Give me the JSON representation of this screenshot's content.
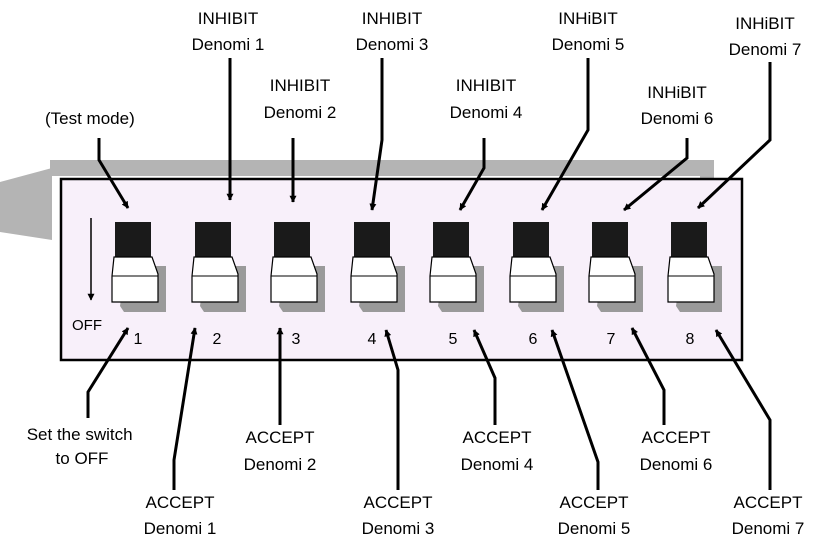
{
  "diagram": {
    "test_mode_label": "(Test mode)",
    "off_label": "OFF",
    "set_off_label": [
      "Set the switch",
      "to OFF"
    ],
    "switch_numbers": [
      "1",
      "2",
      "3",
      "4",
      "5",
      "6",
      "7",
      "8"
    ],
    "inhibit_labels": [
      [
        "INHIBIT",
        "Denomi 1"
      ],
      [
        "INHIBIT",
        "Denomi 2"
      ],
      [
        "INHIBIT",
        "Denomi 3"
      ],
      [
        "INHIBIT",
        "Denomi 4"
      ],
      [
        "INHiBIT",
        "Denomi 5"
      ],
      [
        "INHiBIT",
        "Denomi 6"
      ],
      [
        "INHiBIT",
        "Denomi 7"
      ]
    ],
    "accept_labels": [
      [
        "ACCEPT",
        "Denomi 1"
      ],
      [
        "ACCEPT",
        "Denomi 2"
      ],
      [
        "ACCEPT",
        "Denomi 3"
      ],
      [
        "ACCEPT",
        "Denomi 4"
      ],
      [
        "ACCEPT",
        "Denomi 5"
      ],
      [
        "ACCEPT",
        "Denomi 6"
      ],
      [
        "ACCEPT",
        "Denomi 7"
      ]
    ],
    "colors": {
      "board_shadow": "#b4b4b4",
      "board_fill": "#f8f0fa",
      "switch_dark": "#1a1a1a",
      "switch_light": "#ffffff",
      "switch_shadow": "#9a9a9a",
      "stroke": "#000000"
    }
  }
}
